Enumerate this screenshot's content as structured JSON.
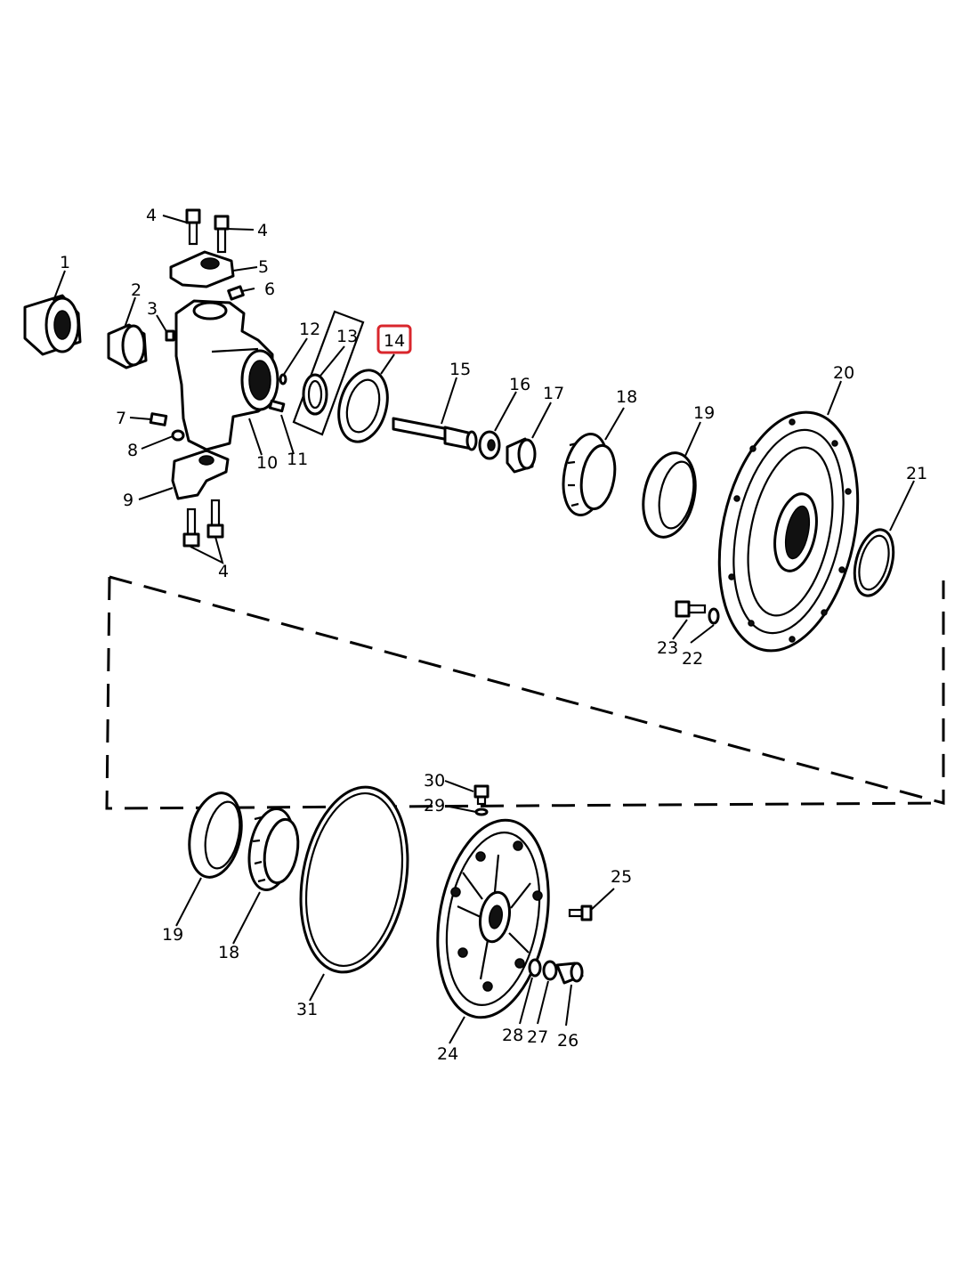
{
  "callouts": [
    "1",
    "2",
    "3",
    "4",
    "5",
    "6",
    "7",
    "8",
    "9",
    "10",
    "11",
    "12",
    "13",
    "14",
    "15",
    "16",
    "17",
    "18",
    "19",
    "20",
    "21",
    "22",
    "23",
    "24",
    "25",
    "26",
    "27",
    "28",
    "29",
    "30",
    "31"
  ],
  "highlighted_callout": "14",
  "colors": {
    "line": "#000000",
    "highlight": "#d9262c",
    "background": "#ffffff"
  }
}
